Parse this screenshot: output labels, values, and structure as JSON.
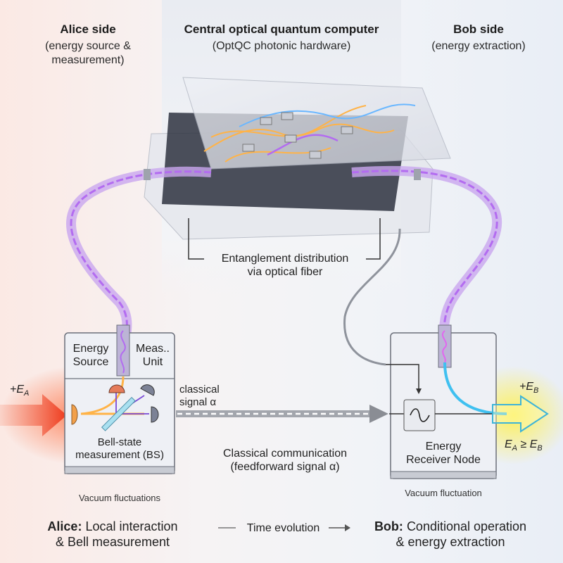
{
  "header": {
    "alice": {
      "title": "Alice side",
      "subtitle": "(energy source & measurement)"
    },
    "center": {
      "title": "Central optical quantum computer",
      "subtitle": "(OptQC photonic hardware)"
    },
    "bob": {
      "title": "Bob side",
      "subtitle": "(energy extraction)"
    }
  },
  "entanglement_label": [
    "Entanglement distribution",
    "via optical fiber"
  ],
  "alice_box": {
    "energy_source": [
      "Energy",
      "Source"
    ],
    "meas_unit": [
      "Meas..",
      "Unit"
    ],
    "bell": [
      "Bell-state",
      "measurement (BS)"
    ],
    "vacuum": "Vacuum fluctuations",
    "input_energy": {
      "prefix": "+E",
      "sub": "A"
    }
  },
  "classical_signal": [
    "classical",
    "signal α"
  ],
  "classical_comm": [
    "Classical communication",
    "(feedforward signal α)"
  ],
  "bob_box": {
    "receiver": [
      "Energy",
      "Receiver Node"
    ],
    "vacuum": "Vacuum fluctuation",
    "output_energy": {
      "prefix": "+E",
      "sub": "B"
    },
    "inequality": {
      "a": "E",
      "a_sub": "A",
      "op": " ≥ ",
      "b": "E",
      "b_sub": "B"
    }
  },
  "footer": {
    "alice_bold": "Alice:",
    "alice_line1": "Local interaction",
    "alice_line2": "& Bell measurement",
    "time": "Time evolution",
    "bob_bold": "Bob:",
    "bob_line1": "Conditional operation",
    "bob_line2": "& energy extraction"
  },
  "colors": {
    "fiber": "#b36cf0",
    "alice_glow": "#f2552e",
    "bob_glow": "#f7e24a",
    "bob_arrow": "#3db4d8",
    "signal": "#8a8a8a"
  }
}
